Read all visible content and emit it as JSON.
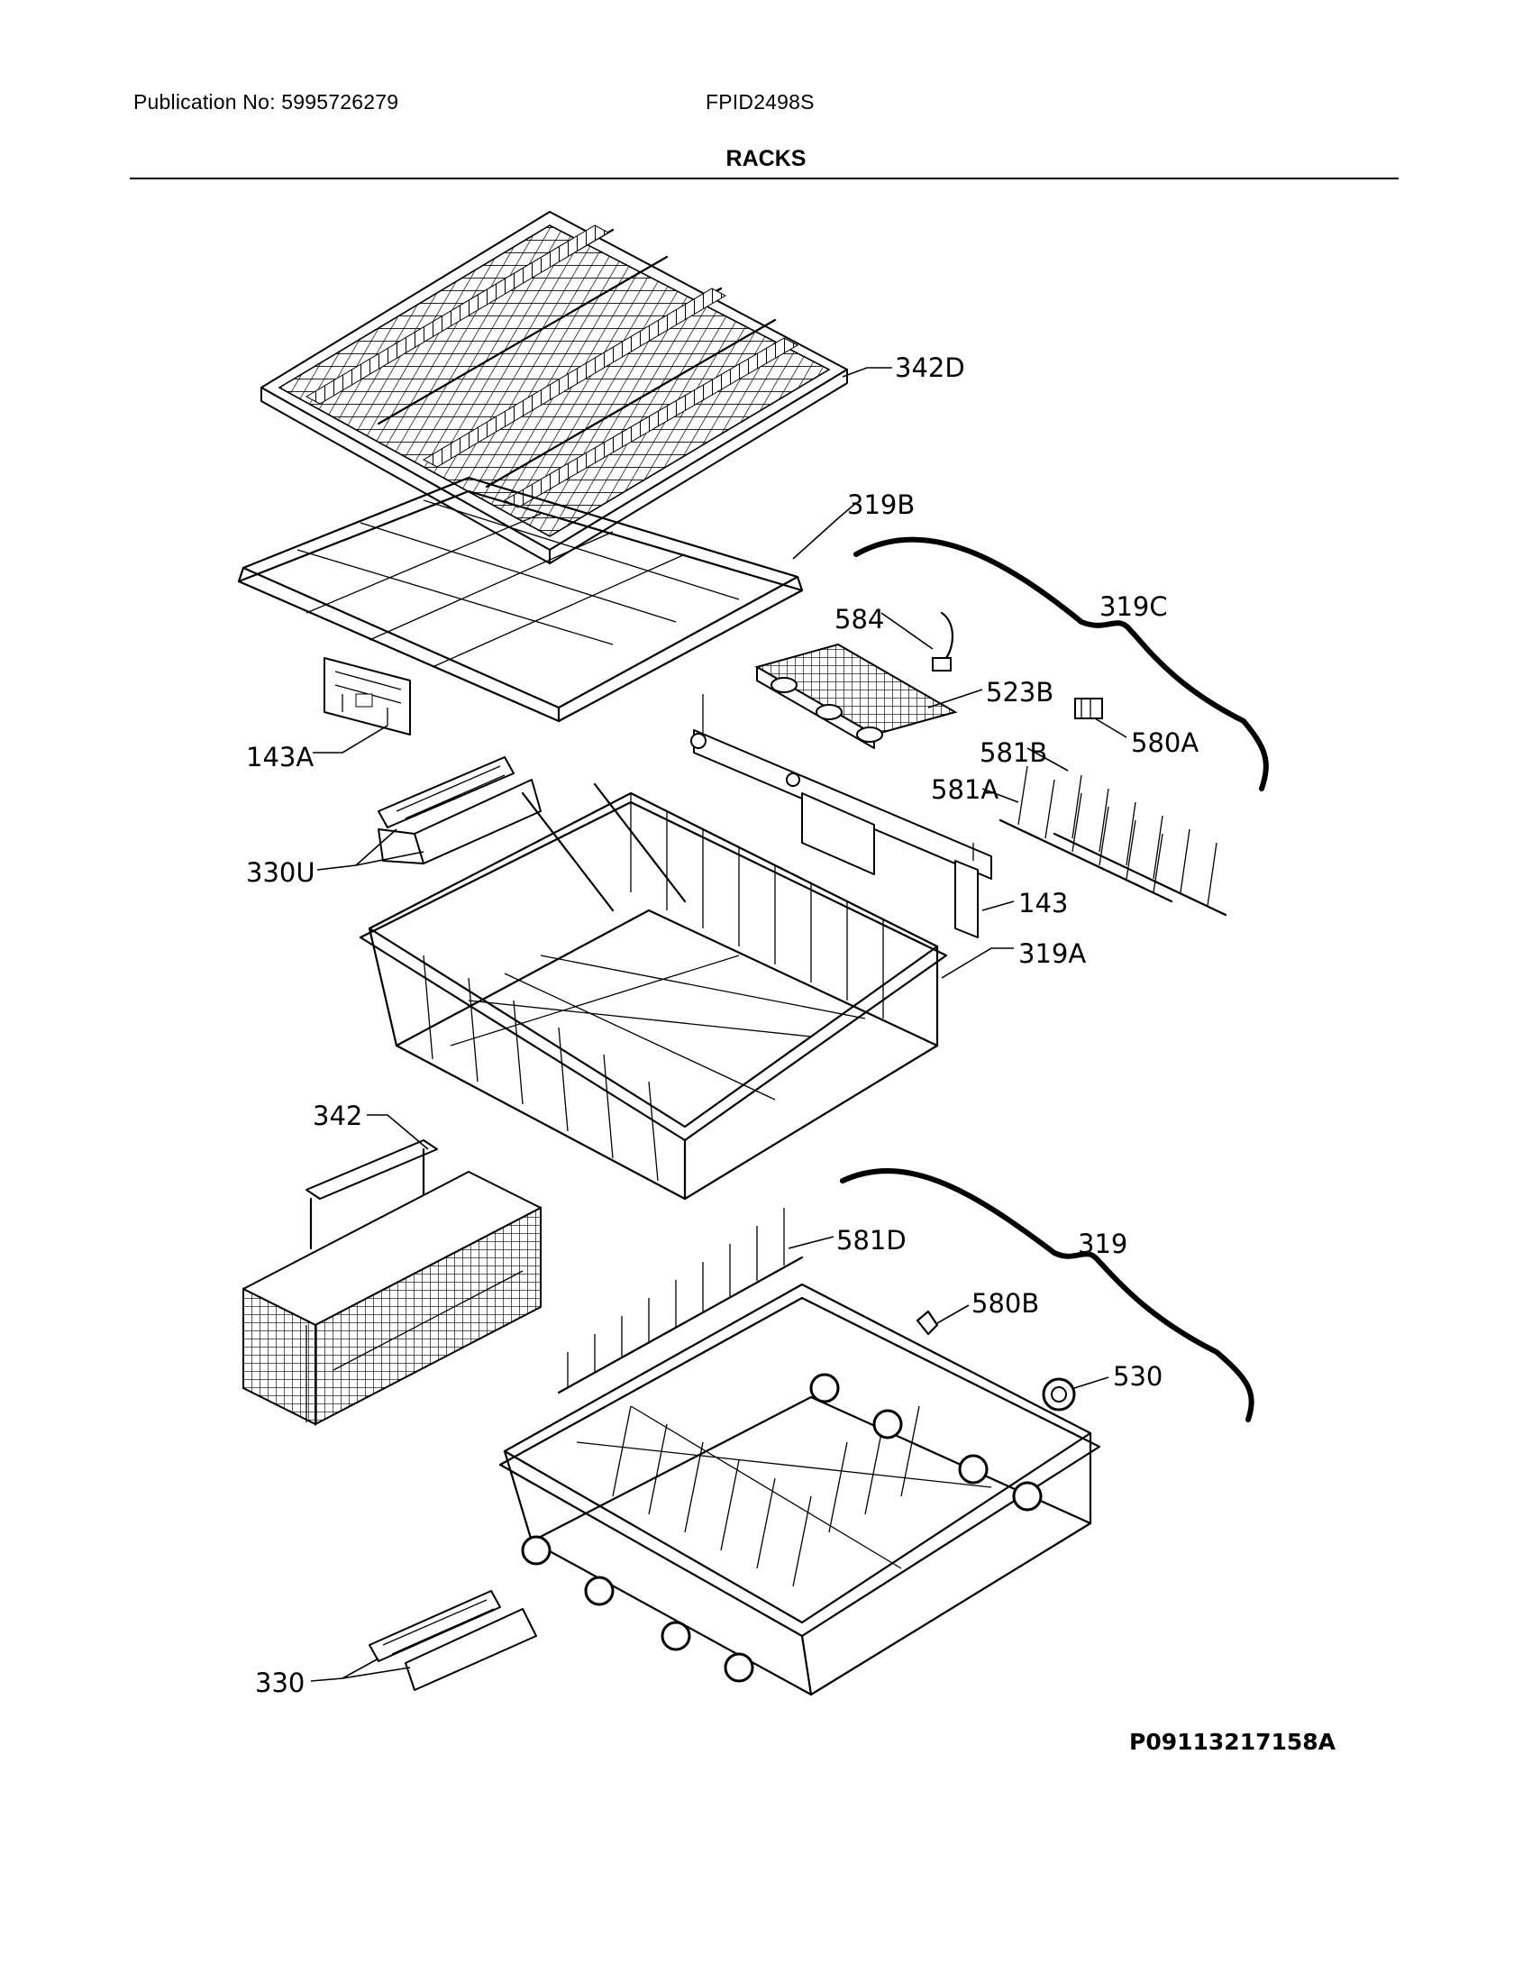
{
  "header": {
    "publication": "Publication No: 5995726279",
    "model": "FPID2498S",
    "title": "RACKS"
  },
  "callouts": [
    "342D",
    "319B",
    "319C",
    "584",
    "523B",
    "580A",
    "581B",
    "581A",
    "143A",
    "330U",
    "143",
    "319A",
    "342",
    "581D",
    "319",
    "580B",
    "530",
    "330"
  ],
  "diagram_id": "P09113217158A"
}
